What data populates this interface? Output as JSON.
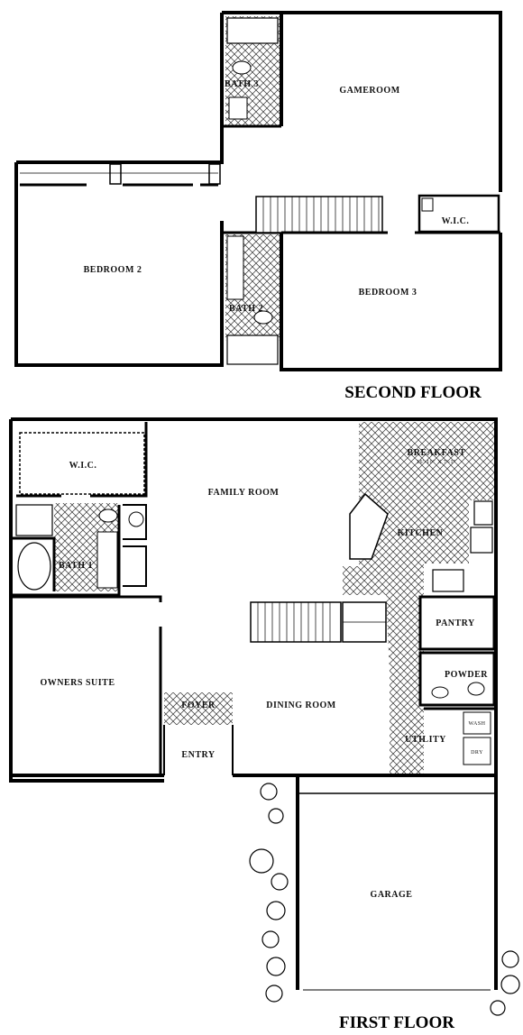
{
  "second_floor": {
    "title": "SECOND FLOOR",
    "rooms": {
      "bath3": "BATH 3",
      "gameroom": "GAMEROOM",
      "bedroom2": "BEDROOM 2",
      "bath2": "BATH 2",
      "wic": "W.I.C.",
      "bedroom3": "BEDROOM 3"
    }
  },
  "first_floor": {
    "title": "FIRST FLOOR",
    "rooms": {
      "wic": "W.I.C.",
      "family_room": "FAMILY ROOM",
      "breakfast": "BREAKFAST",
      "breakfast_dims": "16'-10\" X 7'-1\"",
      "kitchen": "KITCHEN",
      "bath1": "BATH 1",
      "pantry": "PANTRY",
      "owners_suite": "OWNERS SUITE",
      "powder": "POWDER",
      "foyer": "FOYER",
      "dining_room": "DINING ROOM",
      "utility": "UTILITY",
      "wash": "WASH",
      "dry": "DRY",
      "entry": "ENTRY",
      "garage": "GARAGE"
    }
  }
}
